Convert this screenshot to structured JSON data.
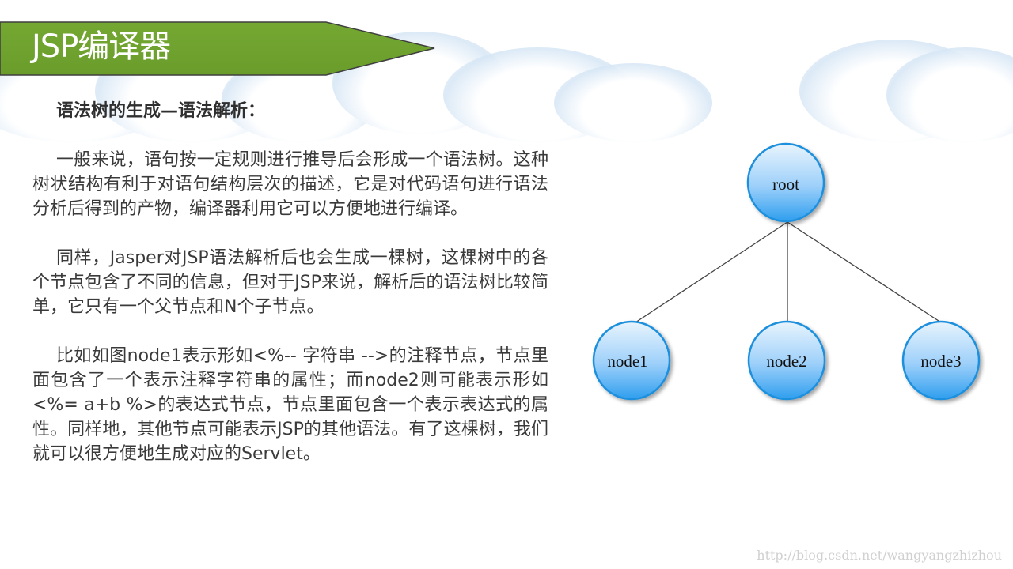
{
  "slide": {
    "title": "JSP编译器",
    "banner_color": "#6fa22e",
    "heading": "语法树的生成—语法解析：",
    "paragraphs": [
      "一般来说，语句按一定规则进行推导后会形成一个语法树。这种树状结构有利于对语句结构层次的描述，它是对代码语句进行语法分析后得到的产物，编译器利用它可以方便地进行编译。",
      "同样，Jasper对JSP语法解析后也会生成一棵树，这棵树中的各个节点包含了不同的信息，但对于JSP来说，解析后的语法树比较简单，它只有一个父节点和N个子节点。",
      "比如如图node1表示形如<%-- 字符串 -->的注释节点，节点里面包含了一个表示注释字符串的属性；而node2则可能表示形如<%= a+b %>的表达式节点，节点里面包含一个表示表达式的属性。同样地，其他节点可能表示JSP的其他语法。有了这棵树，我们就可以很方便地生成对应的Servlet。"
    ],
    "watermark": "http://blog.csdn.net/wangyangzhizhou"
  },
  "tree": {
    "node_color_top": "#e6f3fd",
    "node_color_bottom": "#3aa4ee",
    "node_border": "#1f8fdc",
    "root": {
      "label": "root"
    },
    "children": [
      {
        "label": "node1"
      },
      {
        "label": "node2"
      },
      {
        "label": "node3"
      }
    ]
  }
}
